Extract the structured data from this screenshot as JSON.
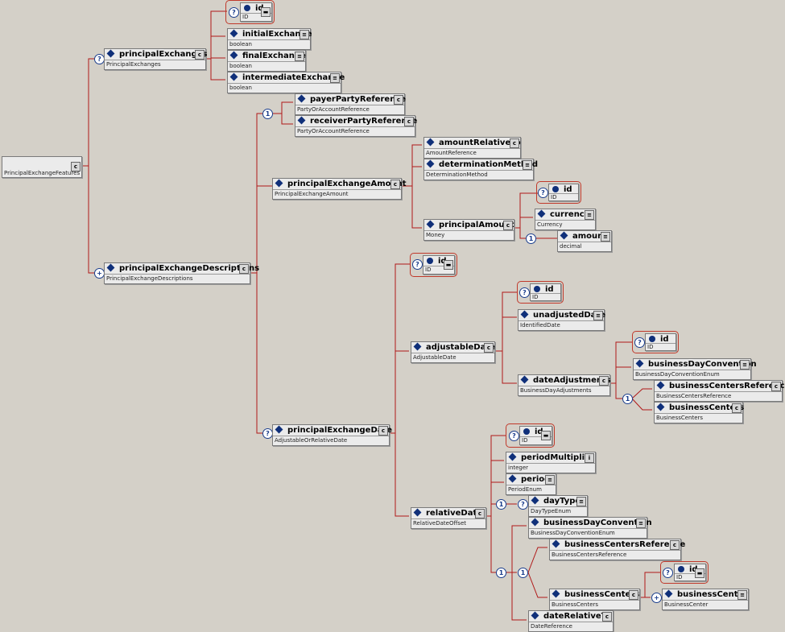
{
  "root": {
    "type": "PrincipalExchangeFeatures"
  },
  "principal_exchanges": {
    "node": {
      "title": "principalExchanges",
      "type": "PrincipalExchanges"
    },
    "id": {
      "title": "id",
      "type": "ID"
    },
    "initial": {
      "title": "initialExchange",
      "type": "boolean"
    },
    "final": {
      "title": "finalExchange",
      "type": "boolean"
    },
    "intermediate": {
      "title": "intermediateExchange",
      "type": "boolean"
    }
  },
  "descriptions": {
    "node": {
      "title": "principalExchangeDescriptions",
      "type": "PrincipalExchangeDescriptions"
    },
    "payer": {
      "title": "payerPartyReference",
      "type": "PartyOrAccountReference"
    },
    "receiver": {
      "title": "receiverPartyReference",
      "type": "PartyOrAccountReference"
    },
    "amount_node": {
      "title": "principalExchangeAmount",
      "type": "PrincipalExchangeAmount"
    },
    "amount_relative_to": {
      "title": "amountRelativeTo",
      "type": "AmountReference"
    },
    "determination_method": {
      "title": "determinationMethod",
      "type": "DeterminationMethod"
    },
    "principal_amount": {
      "title": "principalAmount",
      "type": "Money"
    },
    "pa_id": {
      "title": "id",
      "type": "ID"
    },
    "currency": {
      "title": "currency",
      "type": "Currency"
    },
    "amount": {
      "title": "amount",
      "type": "decimal"
    },
    "date_node": {
      "title": "principalExchangeDate",
      "type": "AdjustableOrRelativeDate"
    },
    "date_id": {
      "title": "id",
      "type": "ID"
    },
    "adjustable_date": {
      "title": "adjustableDate",
      "type": "AdjustableDate"
    },
    "ad_id": {
      "title": "id",
      "type": "ID"
    },
    "unadjusted_date": {
      "title": "unadjustedDate",
      "type": "IdentifiedDate"
    },
    "date_adjustments": {
      "title": "dateAdjustments",
      "type": "BusinessDayAdjustments"
    },
    "da_id": {
      "title": "id",
      "type": "ID"
    },
    "da_bdc": {
      "title": "businessDayConvention",
      "type": "BusinessDayConventionEnum"
    },
    "da_bcr": {
      "title": "businessCentersReference",
      "type": "BusinessCentersReference"
    },
    "da_bc": {
      "title": "businessCenters",
      "type": "BusinessCenters"
    },
    "relative_date": {
      "title": "relativeDate",
      "type": "RelativeDateOffset"
    },
    "rd_id": {
      "title": "id",
      "type": "ID"
    },
    "period_multiplier": {
      "title": "periodMultiplier",
      "type": "integer"
    },
    "period": {
      "title": "period",
      "type": "PeriodEnum"
    },
    "day_type": {
      "title": "dayType",
      "type": "DayTypeEnum"
    },
    "rd_bdc": {
      "title": "businessDayConvention",
      "type": "BusinessDayConventionEnum"
    },
    "rd_bcr": {
      "title": "businessCentersReference",
      "type": "BusinessCentersReference"
    },
    "rd_bc": {
      "title": "businessCenters",
      "type": "BusinessCenters"
    },
    "bc_id": {
      "title": "id",
      "type": "ID"
    },
    "business_center": {
      "title": "businessCenter",
      "type": "BusinessCenter"
    },
    "date_relative_to": {
      "title": "dateRelativeTo",
      "type": "DateReference"
    }
  },
  "badges": {
    "optional": "?",
    "one": "1",
    "many": "+"
  },
  "icons": {
    "complex": "c",
    "simple": "≡",
    "attr": "▬",
    "typed": "i"
  },
  "colors": {
    "wire": "#b01818",
    "bg": "#d4d0c8",
    "node": "#ebebeb",
    "diamond": "#10307a"
  }
}
